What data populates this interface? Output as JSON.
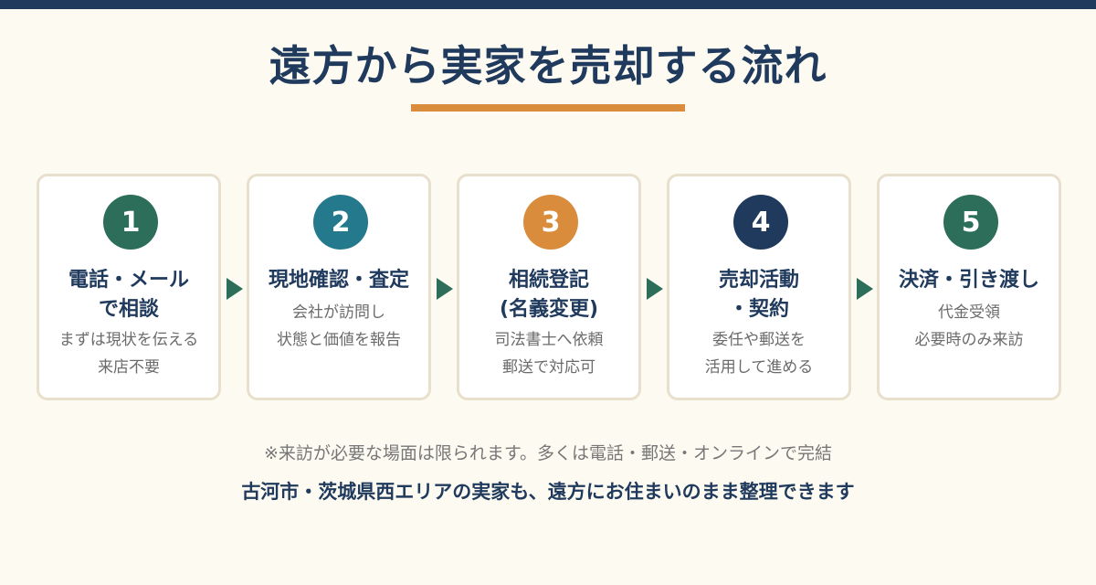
{
  "title": "遠方から実家を売却する流れ",
  "colors": {
    "navy": "#1f3a5c",
    "orange": "#d98c3c",
    "green": "#2c6e5a",
    "teal": "#24798c",
    "background": "#fdfaf1"
  },
  "steps": [
    {
      "number": "1",
      "title": "電話・メール\nで相談",
      "description": "まずは現状を伝える\n来店不要",
      "color": "#2c6e5a"
    },
    {
      "number": "2",
      "title": "現地確認・査定",
      "description": "会社が訪問し\n状態と価値を報告",
      "color": "#24798c"
    },
    {
      "number": "3",
      "title": "相続登記\n(名義変更)",
      "description": "司法書士へ依頼\n郵送で対応可",
      "color": "#d98c3c"
    },
    {
      "number": "4",
      "title": "売却活動\n・契約",
      "description": "委任や郵送を\n活用して進める",
      "color": "#1f3a5c"
    },
    {
      "number": "5",
      "title": "決済・引き渡し",
      "description": "代金受領\n必要時のみ来訪",
      "color": "#2c6e5a"
    }
  ],
  "note": "※来訪が必要な場面は限られます。多くは電話・郵送・オンラインで完結",
  "footer": "古河市・茨城県西エリアの実家も、遠方にお住まいのまま整理できます"
}
